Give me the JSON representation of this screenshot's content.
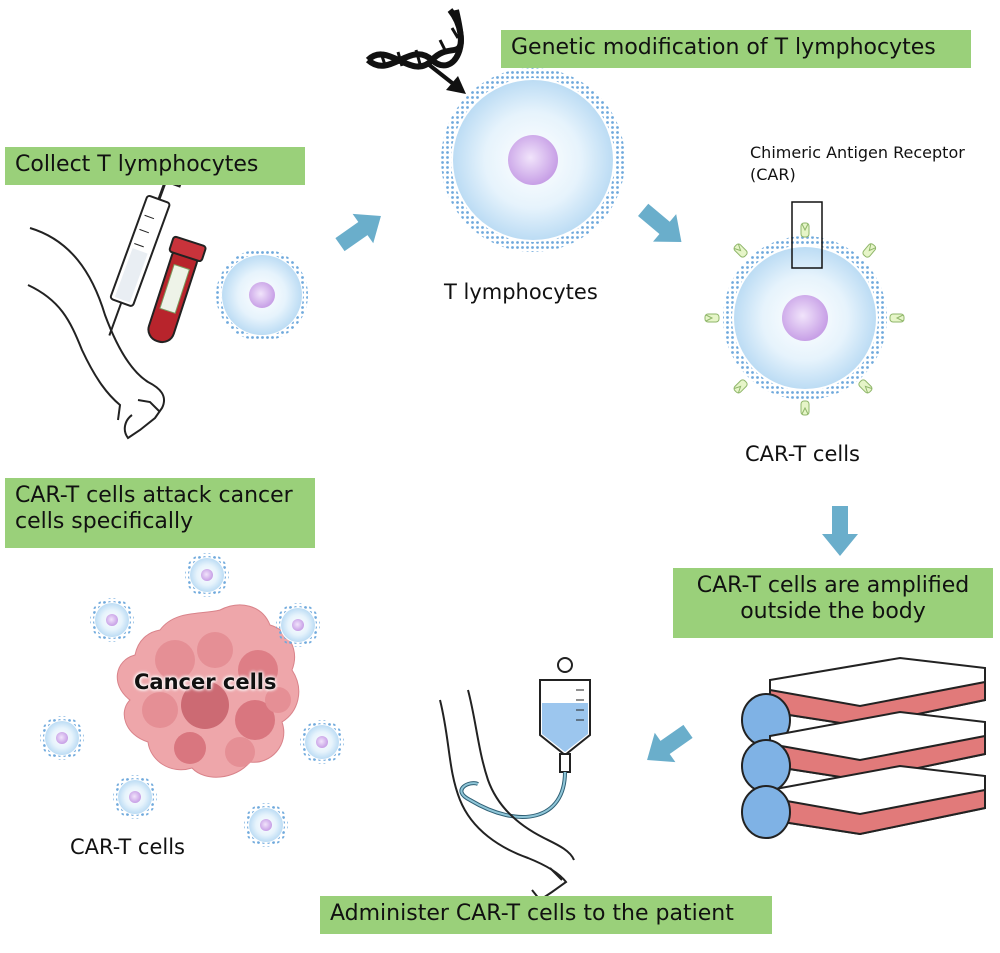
{
  "steps": {
    "collect": "Collect T lymphocytes",
    "genetic": "Genetic modification of T lymphocytes",
    "amplify": "CAR-T cells are amplified outside the body",
    "administer": "Administer CAR-T cells to the patient",
    "attack": "CAR-T cells attack cancer cells specifically"
  },
  "labels": {
    "t_lymphocytes": "T lymphocytes",
    "car_t_cells": "CAR-T cells",
    "car_t_cells_bottom": "CAR-T cells",
    "cancer_cells": "Cancer cells",
    "car_receptor_line1": "Chimeric Antigen Receptor",
    "car_receptor_line2": "(CAR)"
  },
  "colors": {
    "label_box": "#9ad07a",
    "arrow": "#6aaecb",
    "membrane": "#8ec0e8",
    "cytoplasm": "#cfe8f8",
    "nucleus": "#d9b8f0",
    "cancer": "#e58f95",
    "flask_cap": "#7fb2e5",
    "flask_media": "#e17a7a",
    "blood": "#b8242c"
  }
}
